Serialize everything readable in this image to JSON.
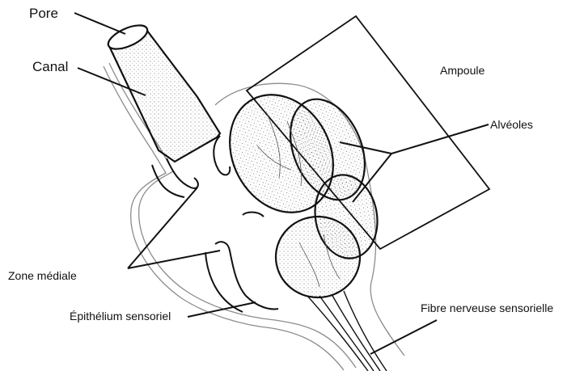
{
  "labels": {
    "pore": "Pore",
    "canal": "Canal",
    "ampoule": "Ampoule",
    "alveoles": "Alvéoles",
    "zone_mediale": "Zone médiale",
    "epithelium": "Épithélium sensoriel",
    "fibre": "Fibre nerveuse sensorielle"
  },
  "colors": {
    "ink": "#111111",
    "outline_light": "#8c8c8c",
    "background": "#ffffff"
  }
}
